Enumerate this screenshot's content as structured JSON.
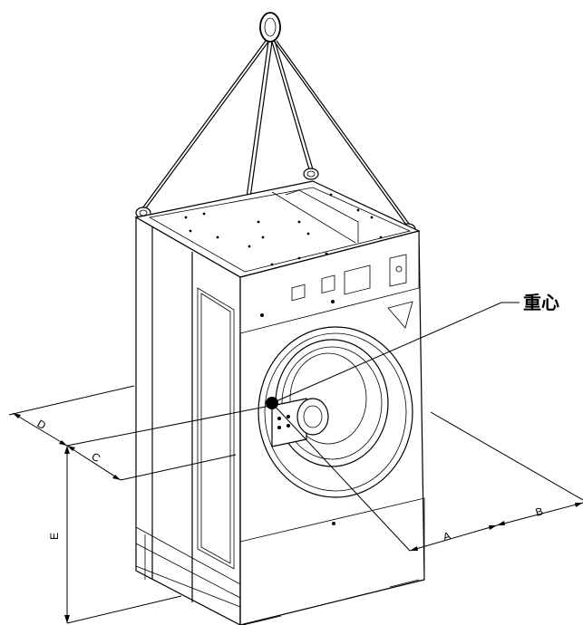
{
  "callout": {
    "label": "重心"
  },
  "dimensions": {
    "a": "A",
    "b": "B",
    "c": "C",
    "d": "D",
    "e": "E"
  }
}
